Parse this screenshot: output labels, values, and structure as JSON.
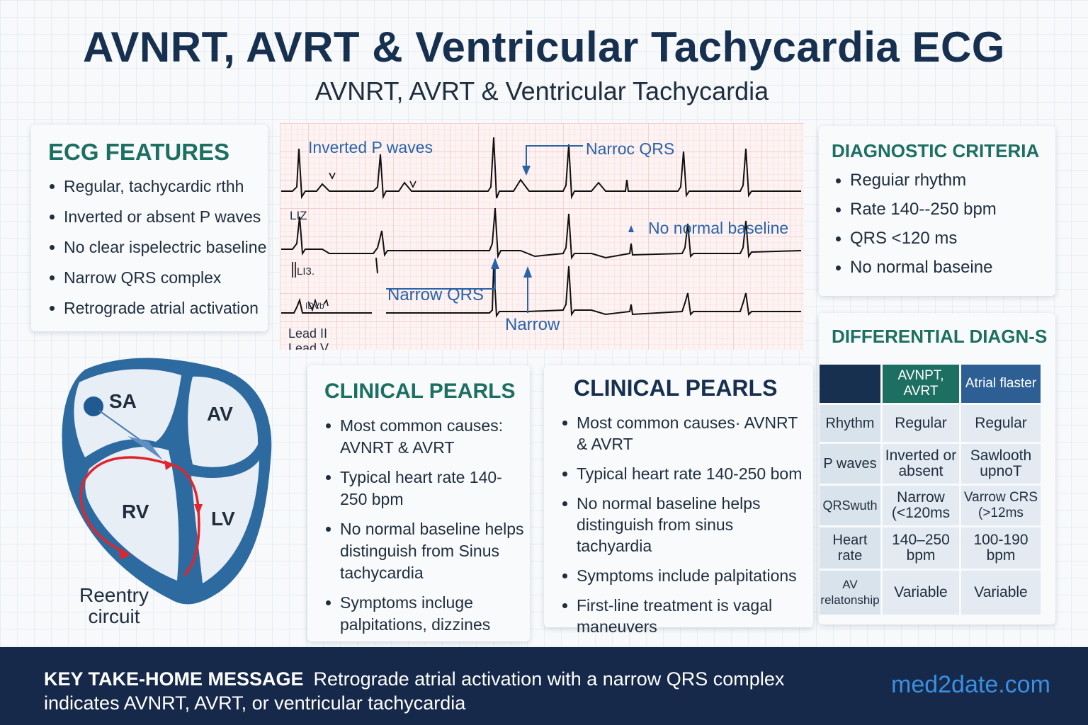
{
  "header": {
    "title": "AVNRT, AVRT & Ventricular Tachycardia ECG",
    "subtitle": "AVNRT, AVRT & Ventricular Tachycardia"
  },
  "ecg_features": {
    "title": "ECG FEATURES",
    "items": [
      "Regular, tachycardic rthh",
      "Inverted or absent P waves",
      "No clear ispelectric baseline",
      "Narrow QRS complex",
      "Retrograde atrial activation"
    ]
  },
  "ecg_strip": {
    "annotations": {
      "inverted_p": "Inverted P waves",
      "narrow_qrs_top": "Narroc QRS",
      "no_baseline": "No normal baseline",
      "narrow_qrs_mid": "Narrow QRS",
      "narrow_bottom": "Narrow"
    },
    "lead_labels": {
      "row2": "LIZ",
      "row3": "LI3.",
      "row4": "IDVb",
      "lead_ii": "Lead II",
      "lead_v": "Lead V"
    }
  },
  "diagnostic_criteria": {
    "title": "DIAGNOSTIC CRITERIA",
    "items": [
      "Reguiar rhythm",
      "Rate 140--250 bpm",
      "QRS <120 ms",
      "No normal baseine"
    ]
  },
  "differential": {
    "title": "DIFFERENTIAL DIAGN-S",
    "col1_header": "AVNPT, AVRT",
    "col2_header": "Atrial flaster",
    "rows": [
      {
        "label": "Rhythm",
        "col1": "Regular",
        "col2": "Regular"
      },
      {
        "label": "P waves",
        "col1": "Inverted or absent",
        "col2": "Sawlooth upnoT"
      },
      {
        "label": "QRSwuth",
        "col1": "Narrow (<120ms",
        "col2": "Varrow CRS (>12ms"
      },
      {
        "label": "Heart rate",
        "col1": "140–250 bpm",
        "col2": "100-190 bpm"
      },
      {
        "label": "AV relatonship",
        "col1": "Variable",
        "col2": "Variable"
      }
    ]
  },
  "heart": {
    "sa": "SA",
    "av": "AV",
    "rv": "RV",
    "lv": "LV",
    "reentry": "Reentry circuit"
  },
  "pearls_left": {
    "title": "CLINICAL PEARLS",
    "items": [
      "Most common causes: AVNRT & AVRT",
      "Typical heart rate 140-250 bpm",
      "No normal baseline helps distinguish from Sinus tachycardia",
      "Symptoms incluge palpitations, dizzines"
    ]
  },
  "pearls_right": {
    "title": "CLINICAL PEARLS",
    "items": [
      "Most common causes· AVNRT & AVRT",
      "Typical heart rate 140-250 bom",
      "No normal baseline helps distinguish from sinus tachyardia",
      "Symptoms include palpitations",
      "First-line treatment is vagal maneuvers"
    ]
  },
  "footer": {
    "key_label": "KEY TAKE-HOME MESSAGE",
    "message": "Retrograde atrial activation with a narrow QRS complex indicates AVNRT, AVRT, or ventricular tachycardia",
    "brand": "med2date.com"
  },
  "colors": {
    "navy": "#16294a",
    "teal": "#1d6f62",
    "ecg_label_blue": "#2a63a8",
    "reentry_red": "#e0262c",
    "heart_blue": "#2d6aa0",
    "brand_blue": "#3a8fe0"
  }
}
